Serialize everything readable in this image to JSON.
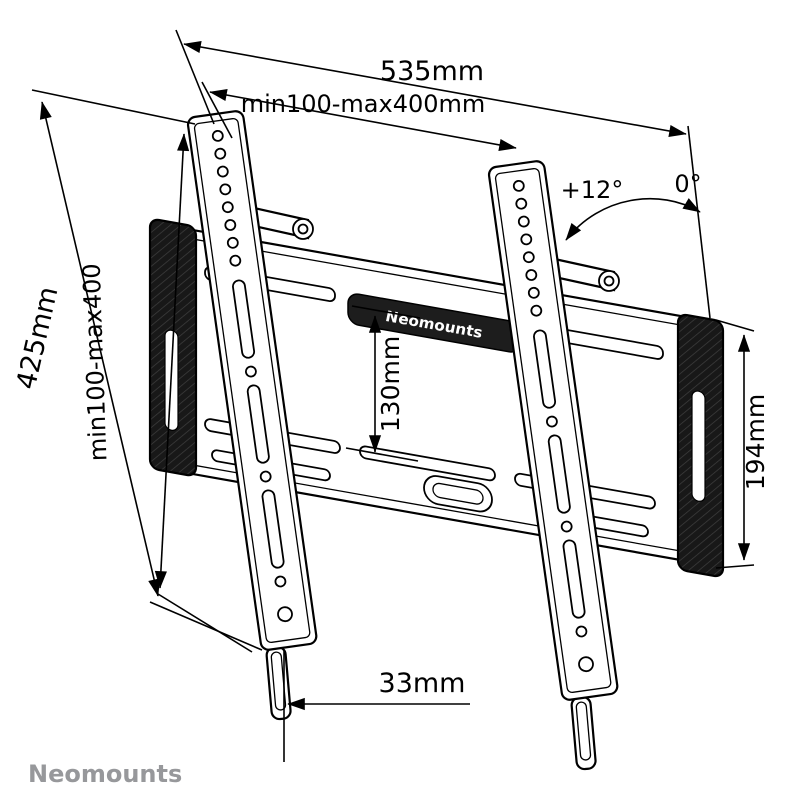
{
  "diagram": {
    "dimensions": {
      "total_width": "535mm",
      "vesa_width": "min100-max400mm",
      "total_height": "425mm",
      "vesa_height": "min100-max400",
      "plate_center_height": "130mm",
      "side_height": "194mm",
      "depth": "33mm"
    },
    "tilt": {
      "max": "+12°",
      "zero": "0°"
    },
    "branding": {
      "plate_label": "Neomounts",
      "footer_logo": "Neomounts"
    },
    "colors": {
      "line": "#000000",
      "end_cap": "#181818",
      "logo_gray": "#97989b",
      "background": "#ffffff"
    }
  }
}
